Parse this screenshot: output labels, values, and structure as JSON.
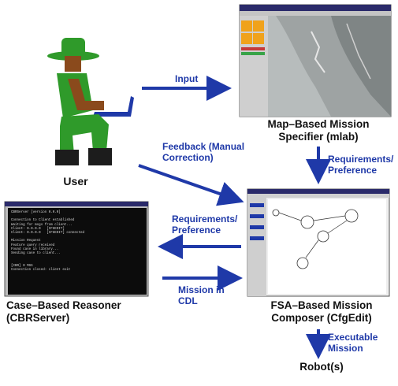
{
  "nodes": {
    "user": "User",
    "map_line1": "Map–Based Mission",
    "map_line2": "Specifier (mlab)",
    "fsa_line1": "FSA–Based Mission",
    "fsa_line2": "Composer (CfgEdit)",
    "cbr_line1": "Case–Based Reasoner",
    "cbr_line2": "(CBRServer)",
    "robot": "Robot(s)"
  },
  "edges": {
    "input": "Input",
    "feedback_line1": "Feedback (Manual",
    "feedback_line2": "Correction)",
    "req_right_line1": "Requirements/",
    "req_right_line2": "Preference",
    "req_left_line1": "Requirements/",
    "req_left_line2": "Preference",
    "mission_cdl_line1": "Mission in",
    "mission_cdl_line2": "CDL",
    "executable_line1": "Executable",
    "executable_line2": "Mission"
  },
  "colors": {
    "arrow": "#1f39a8",
    "figure_green": "#2f9a2a",
    "skin": "#8a4a1c"
  }
}
